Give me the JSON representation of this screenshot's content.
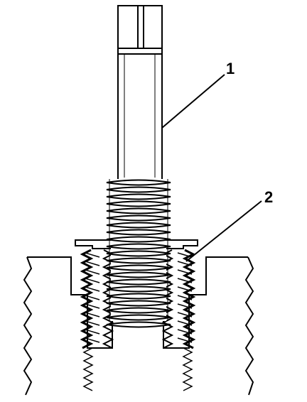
{
  "diagram": {
    "callouts": [
      {
        "id": "callout-1",
        "label": "1",
        "part": "threaded-tool-shaft"
      },
      {
        "id": "callout-2",
        "label": "2",
        "part": "thread-insert"
      }
    ],
    "colors": {
      "line": "#000000",
      "background": "#ffffff"
    }
  }
}
